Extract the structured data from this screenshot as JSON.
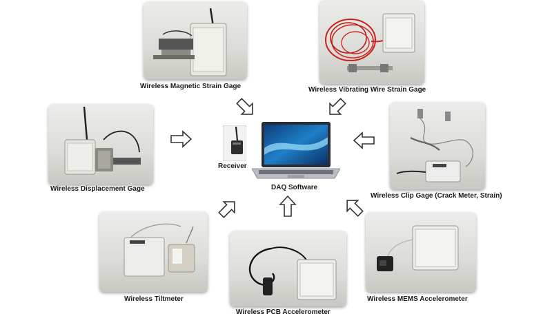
{
  "center": {
    "receiver_label": "Receiver",
    "software_label": "DAQ Software"
  },
  "devices": [
    {
      "id": "magnetic-strain",
      "label": "Wireless Magnetic Strain Gage"
    },
    {
      "id": "vibrating-wire",
      "label": "Wireless Vibrating Wire Strain Gage"
    },
    {
      "id": "displacement",
      "label": "Wireless Displacement Gage"
    },
    {
      "id": "clip-gage",
      "label": "Wireless Clip Gage (Crack Meter, Strain)"
    },
    {
      "id": "tiltmeter",
      "label": "Wireless Tiltmeter"
    },
    {
      "id": "pcb-accel",
      "label": "Wireless PCB Accelerometer"
    },
    {
      "id": "mems-accel",
      "label": "Wireless MEMS Accelerometer"
    }
  ]
}
